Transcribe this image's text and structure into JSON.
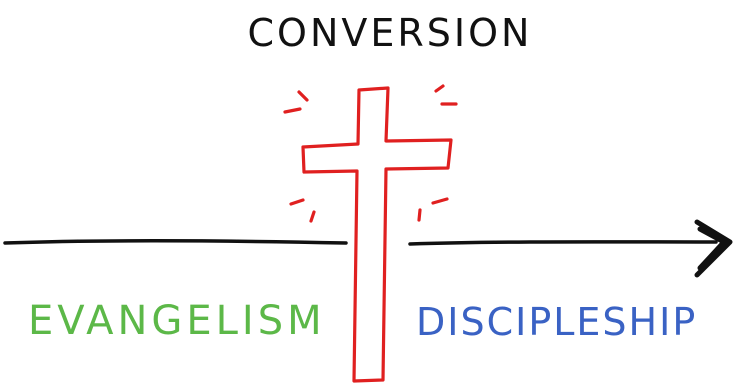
{
  "diagram": {
    "top_label": "CONVERSION",
    "left_label": "EVANGELISM",
    "right_label": "DISCIPLESHIP"
  },
  "colors": {
    "line": "#111111",
    "cross": "#e02020",
    "evangelism": "#5cb848",
    "discipleship": "#3a62c4",
    "background": "#ffffff"
  },
  "icons": {
    "cross": "cross-icon",
    "arrowhead": "arrowhead-icon",
    "radiance": "radiance-marks"
  }
}
